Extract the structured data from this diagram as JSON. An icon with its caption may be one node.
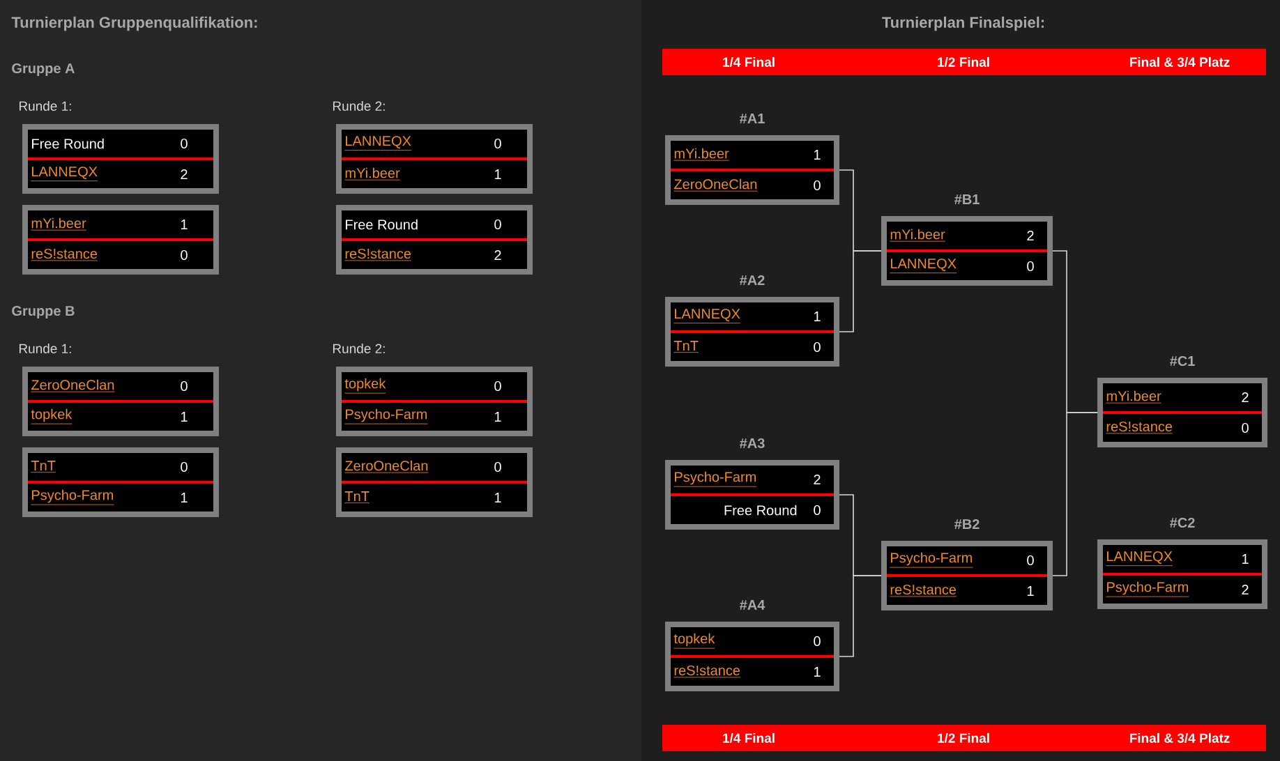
{
  "diagram": {
    "nodes": [
      {
        "text": [
          "Free Round",
          "0",
          "LANNEQX",
          "2"
        ]
      },
      {
        "text": [
          "mYi.beer",
          "1",
          "reS!stance",
          "0"
        ]
      },
      {
        "text": [
          "LANNEQX",
          "0",
          "mYi.beer",
          "1"
        ]
      },
      {
        "text": [
          "Free Round",
          "0",
          "reS!stance",
          "2"
        ]
      },
      {
        "text": [
          "ZeroOneClan",
          "0",
          "topkek",
          "1"
        ]
      },
      {
        "text": [
          "TnT",
          "0",
          "Psycho-Farm",
          "1"
        ]
      },
      {
        "text": [
          "topkek",
          "0",
          "Psycho-Farm",
          "1"
        ]
      },
      {
        "text": [
          "ZeroOneClan",
          "0",
          "TnT",
          "1"
        ]
      },
      {
        "text": [
          "1/4 Final",
          "1/2 Final",
          "Final & 3/4 Platz"
        ]
      },
      {
        "text": [
          "mYi.beer",
          "1",
          "ZeroOneClan",
          "0"
        ],
        "beside": [
          "#A1"
        ]
      },
      {
        "text": [
          "LANNEQX",
          "1",
          "TnT",
          "0"
        ],
        "beside": [
          "#A2"
        ]
      },
      {
        "text": [
          "Psycho-Farm",
          "2",
          "Free Round",
          "0"
        ],
        "beside": [
          "#A3"
        ]
      },
      {
        "text": [
          "topkek",
          "0",
          "reS!stance",
          "1"
        ],
        "beside": [
          "#A4"
        ]
      },
      {
        "text": [
          "mYi.beer",
          "2",
          "LANNEQX",
          "0"
        ],
        "beside": [
          "#B1"
        ]
      },
      {
        "text": [
          "Psycho-Farm",
          "0",
          "reS!stance",
          "1"
        ],
        "beside": [
          "#B2"
        ]
      },
      {
        "text": [
          "mYi.beer",
          "2",
          "reS!stance",
          "0"
        ],
        "beside": [
          "#C1"
        ]
      },
      {
        "text": [
          "LANNEQX",
          "1",
          "Psycho-Farm",
          "2"
        ],
        "beside": [
          "#C2"
        ]
      },
      {
        "text": [
          "1/4 Final",
          "1/2 Final",
          "Final & 3/4 Platz"
        ]
      }
    ],
    "edges": [
      {
        "from": 9,
        "to": 13,
        "arrow": "none"
      },
      {
        "from": 10,
        "to": 13,
        "arrow": "none"
      },
      {
        "from": 11,
        "to": 14,
        "arrow": "none"
      },
      {
        "from": 12,
        "to": 14,
        "arrow": "none"
      },
      {
        "from": 13,
        "to": 15,
        "arrow": "none"
      },
      {
        "from": 14,
        "to": 15,
        "arrow": "none"
      }
    ],
    "labels": [
      "Turnierplan Gruppenqualifikation:",
      "Turnierplan Finalspiel:",
      "Gruppe A",
      "Runde 1:",
      "Runde 2:",
      "Gruppe B",
      "Runde 1:",
      "Runde 2:"
    ]
  }
}
